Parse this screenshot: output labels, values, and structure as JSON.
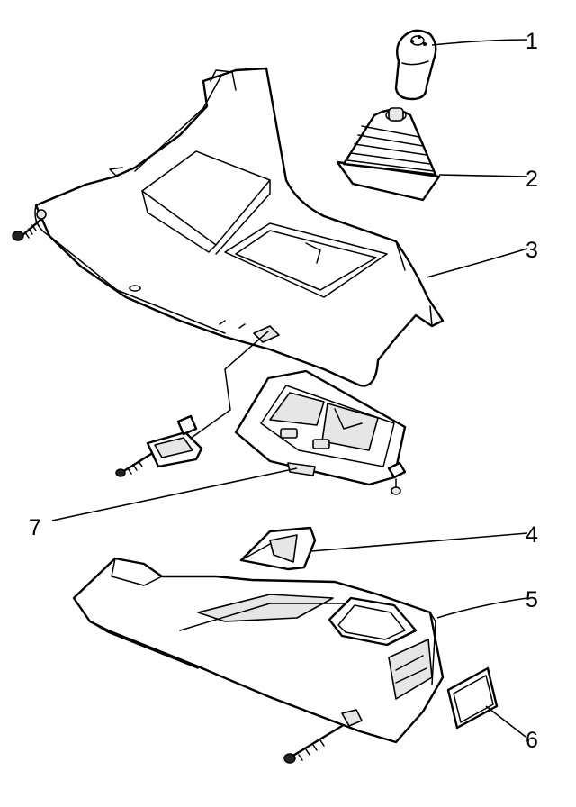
{
  "callouts": [
    {
      "id": "1",
      "label": "1"
    },
    {
      "id": "2",
      "label": "2"
    },
    {
      "id": "3",
      "label": "3"
    },
    {
      "id": "4",
      "label": "4"
    },
    {
      "id": "5",
      "label": "5"
    },
    {
      "id": "6",
      "label": "6"
    },
    {
      "id": "7",
      "label": "7"
    }
  ],
  "colors": {
    "line": "#000000",
    "background": "#ffffff",
    "shade": "#e6e6e6"
  }
}
